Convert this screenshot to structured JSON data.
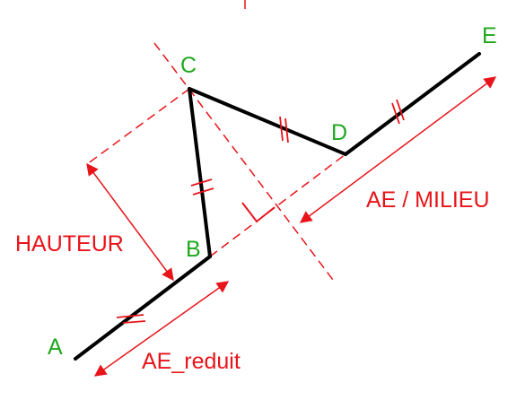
{
  "points": {
    "A": "A",
    "B": "B",
    "C": "C",
    "D": "D",
    "E": "E"
  },
  "labels": {
    "hauteur": "HAUTEUR",
    "ae_milieu": "AE / MILIEU",
    "ae_reduit": "AE_reduit"
  },
  "colors": {
    "geometry": "#000000",
    "construction": "#e8141a",
    "point_label": "#1fa81f",
    "dimension_label": "#e8141a"
  }
}
